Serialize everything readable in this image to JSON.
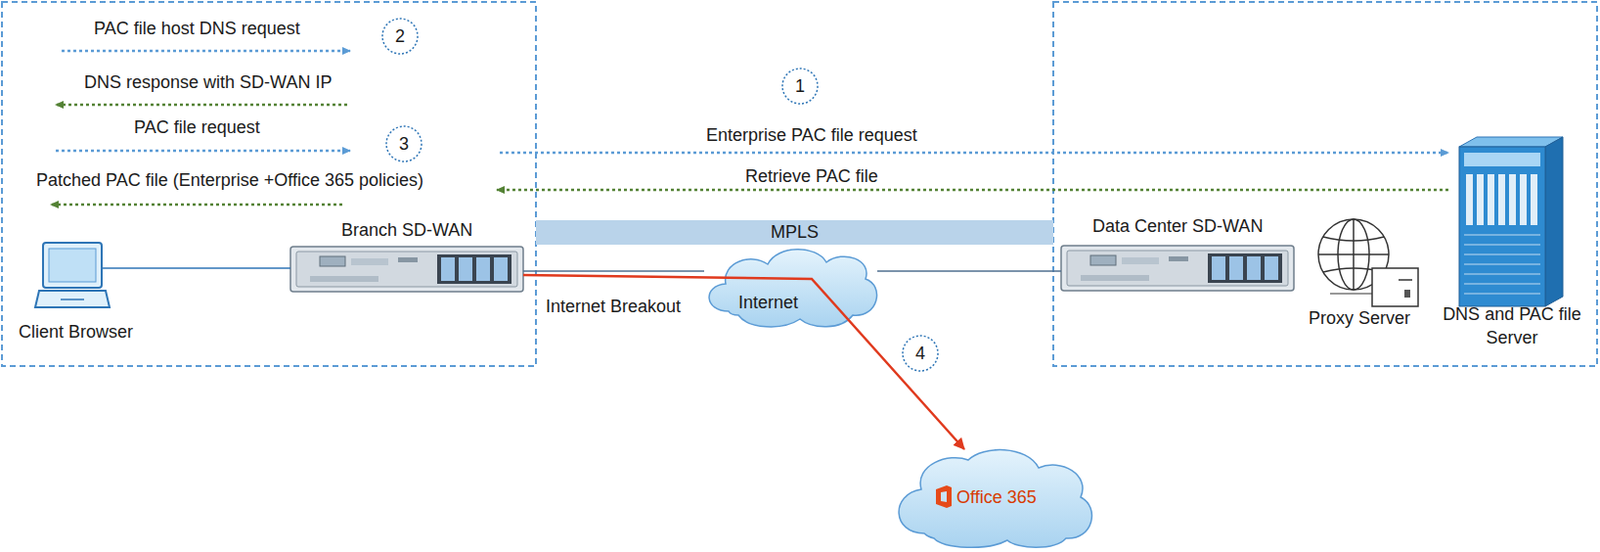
{
  "diagram": {
    "nodes": [
      {
        "text": [
          "Client Browser"
        ]
      },
      {
        "text": [
          "Branch SD-WAN"
        ]
      },
      {
        "text": [
          "MPLS"
        ]
      },
      {
        "text": [
          "Internet"
        ]
      },
      {
        "text": [
          "Data Center SD-WAN"
        ]
      },
      {
        "text": [
          "Proxy Server"
        ]
      },
      {
        "text": [
          "DNS and PAC file Server"
        ]
      },
      {
        "text": [
          "Office 365"
        ]
      }
    ],
    "edges": [
      {
        "from": 0,
        "to": 1,
        "arrow": "none"
      },
      {
        "from": 1,
        "to": 3,
        "arrow": "none"
      },
      {
        "from": 3,
        "to": 4,
        "arrow": "none"
      },
      {
        "from": 1,
        "to": 7,
        "arrow": "to",
        "label": "Internet Breakout"
      }
    ],
    "labels": [
      "PAC file host DNS request",
      "2",
      "DNS response with SD-WAN IP",
      "PAC file request",
      "3",
      "Patched PAC file (Enterprise +Office 365 policies)",
      "1",
      "Enterprise PAC file request",
      "Retrieve PAC file",
      "4"
    ]
  }
}
